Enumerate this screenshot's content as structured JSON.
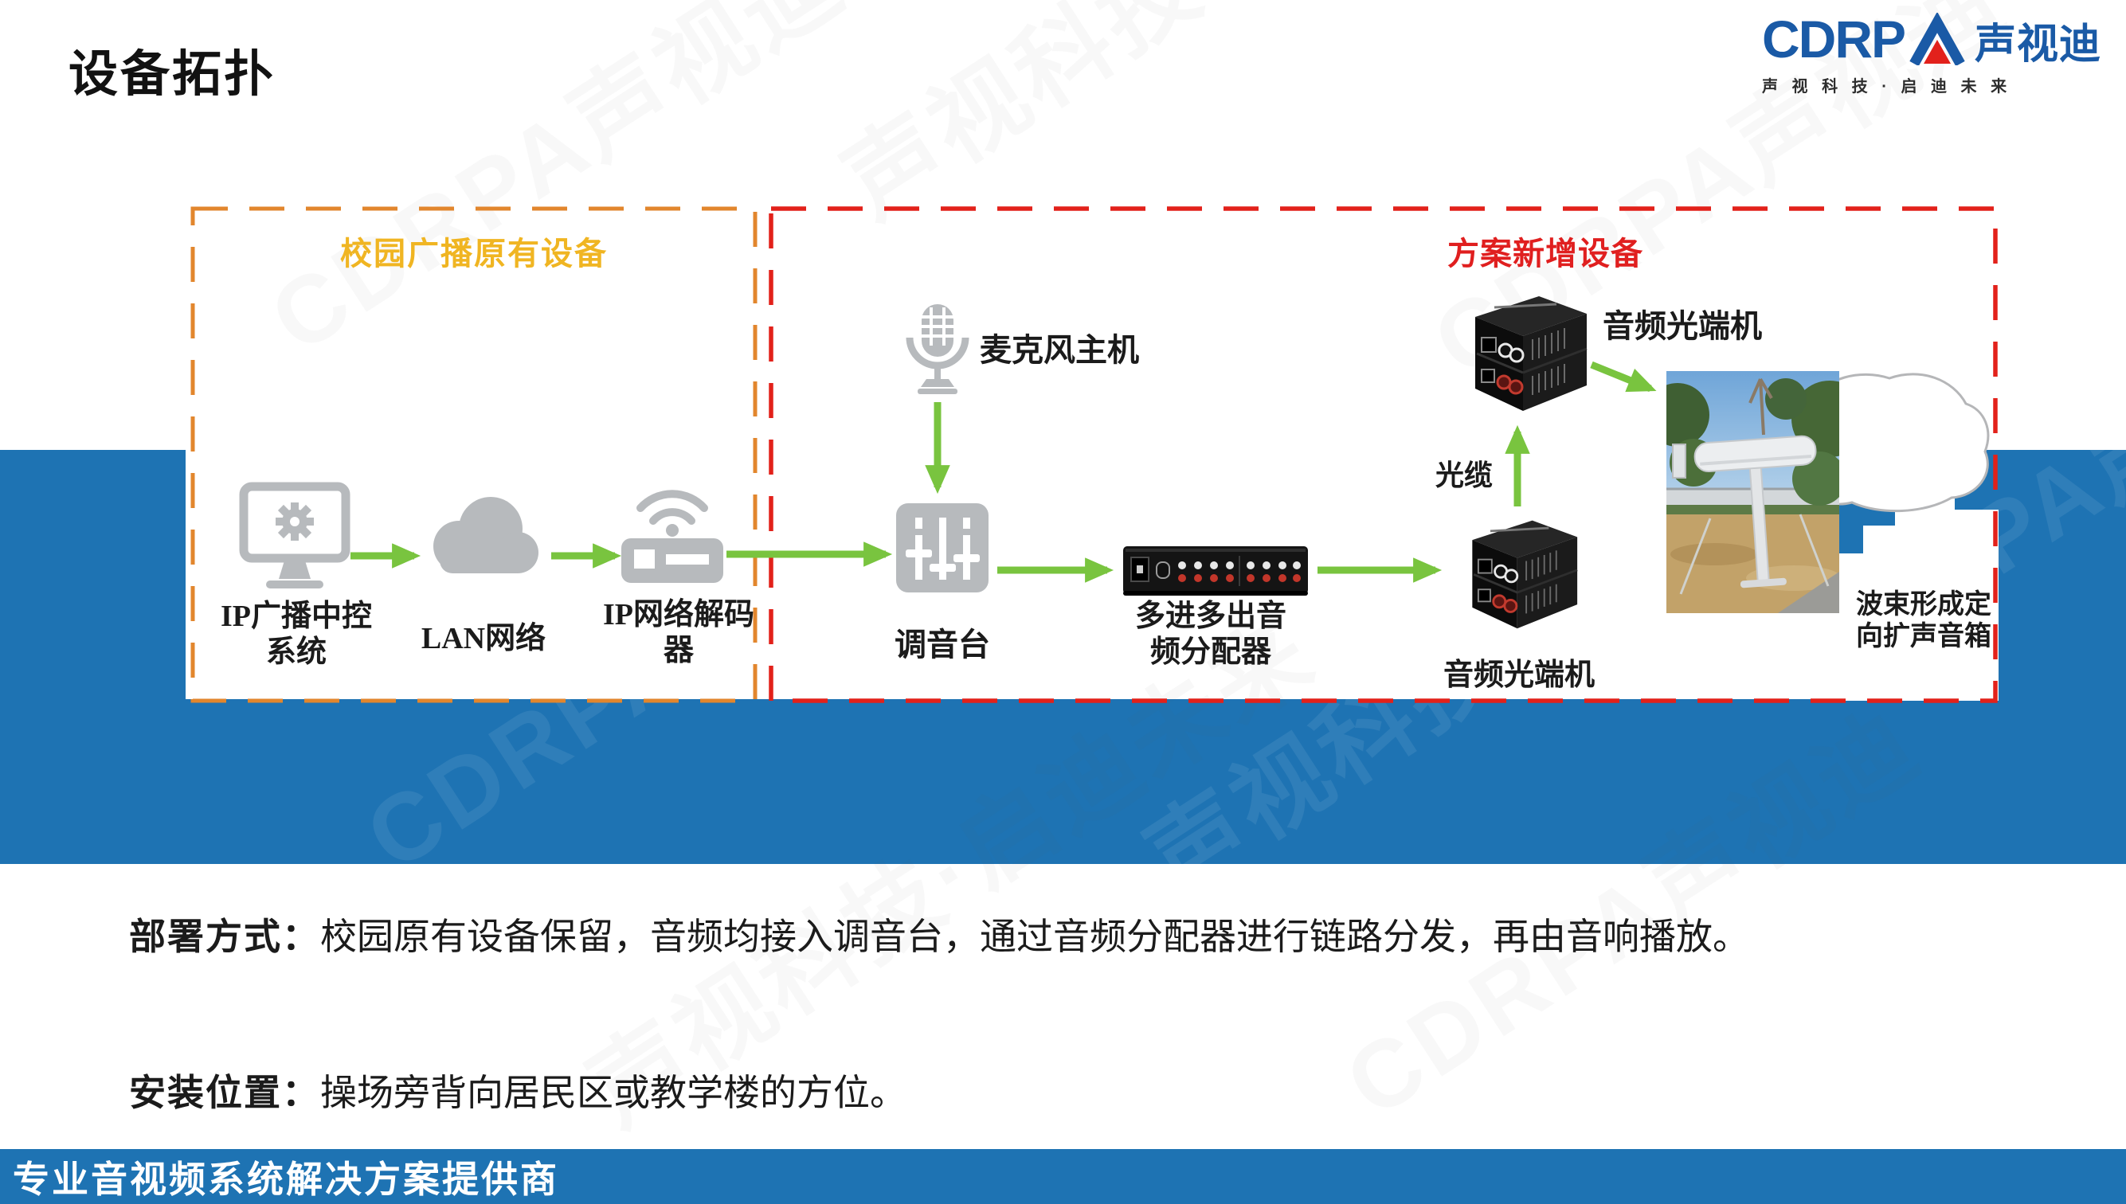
{
  "colors": {
    "band_blue": "#1E73B3",
    "box_orange": "#E2862D",
    "box_red": "#E2211A",
    "label_gold": "#F0B522",
    "label_red": "#E01F1F",
    "arrow_green": "#79C43F",
    "icon_gray": "#B7BABD",
    "logo_blue": "#1A5AA6"
  },
  "slide": {
    "title": "设备拓扑"
  },
  "logo": {
    "brand": "CDRPA",
    "brand_prefix": "CDRP",
    "brand_cn": "声视迪",
    "tagline": "声 视 科 技 · 启 迪 未 来"
  },
  "watermark": {
    "brand": "CDRPA声视迪",
    "slogan": "声视科技·启迪未来"
  },
  "diagram": {
    "boxes": {
      "legacy": {
        "label": "校园广播原有设备"
      },
      "new": {
        "label": "方案新增设备"
      }
    },
    "nodes": {
      "ip_control": {
        "line1": "IP广播中控",
        "line2": "系统",
        "icon": "monitor-gear-icon"
      },
      "lan": {
        "label": "LAN网络",
        "icon": "cloud-icon"
      },
      "decoder": {
        "line1": "IP网络解码",
        "line2": "器",
        "icon": "wifi-router-icon"
      },
      "mic": {
        "label": "麦克风主机",
        "icon": "microphone-icon"
      },
      "mixer": {
        "label": "调音台",
        "icon": "mixer-sliders-icon"
      },
      "distributor": {
        "line1": "多进多出音",
        "line2": "频分配器",
        "icon": "audio-distributor-photo"
      },
      "optical_top": {
        "label": "音频光端机",
        "icon": "optical-terminal-photo"
      },
      "cable": {
        "label": "光缆"
      },
      "optical_bottom": {
        "label": "音频光端机",
        "icon": "optical-terminal-photo"
      },
      "speaker": {
        "line1": "波束形成定",
        "line2": "向扩声音箱",
        "icon": "outdoor-speaker-photo"
      }
    }
  },
  "notes": {
    "deploy": {
      "label": "部署方式：",
      "text": "校园原有设备保留，音频均接入调音台，通过音频分配器进行链路分发，再由音响播放。"
    },
    "install": {
      "label": "安装位置：",
      "text": "操场旁背向居民区或教学楼的方位。"
    }
  },
  "footer": {
    "text": "专业音视频系统解决方案提供商"
  }
}
